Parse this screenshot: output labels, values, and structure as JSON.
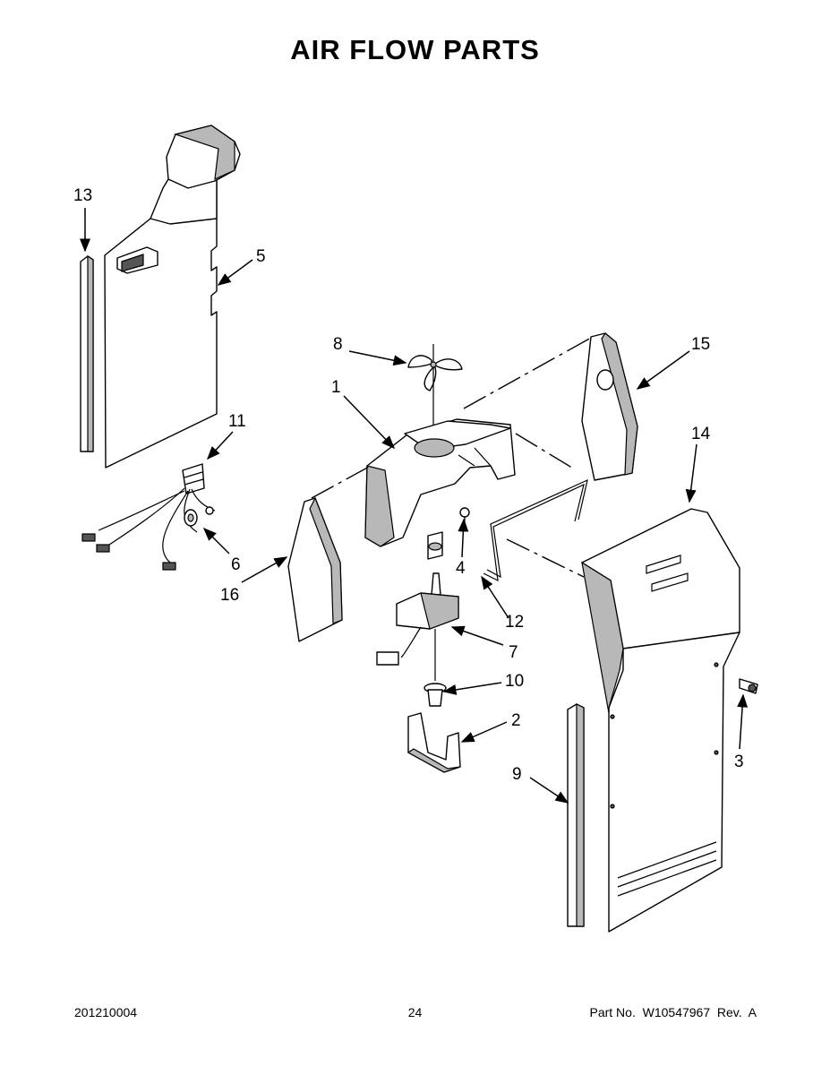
{
  "title": "AIR FLOW PARTS",
  "footer": {
    "left": "201210004",
    "center": "24",
    "right": "Part No.  W10547967  Rev.  A"
  },
  "callouts": {
    "c1": "1",
    "c2": "2",
    "c3": "3",
    "c4": "4",
    "c5": "5",
    "c6": "6",
    "c7": "7",
    "c8": "8",
    "c9": "9",
    "c10": "10",
    "c11": "11",
    "c12": "12",
    "c13": "13",
    "c14": "14",
    "c15": "15",
    "c16": "16"
  }
}
